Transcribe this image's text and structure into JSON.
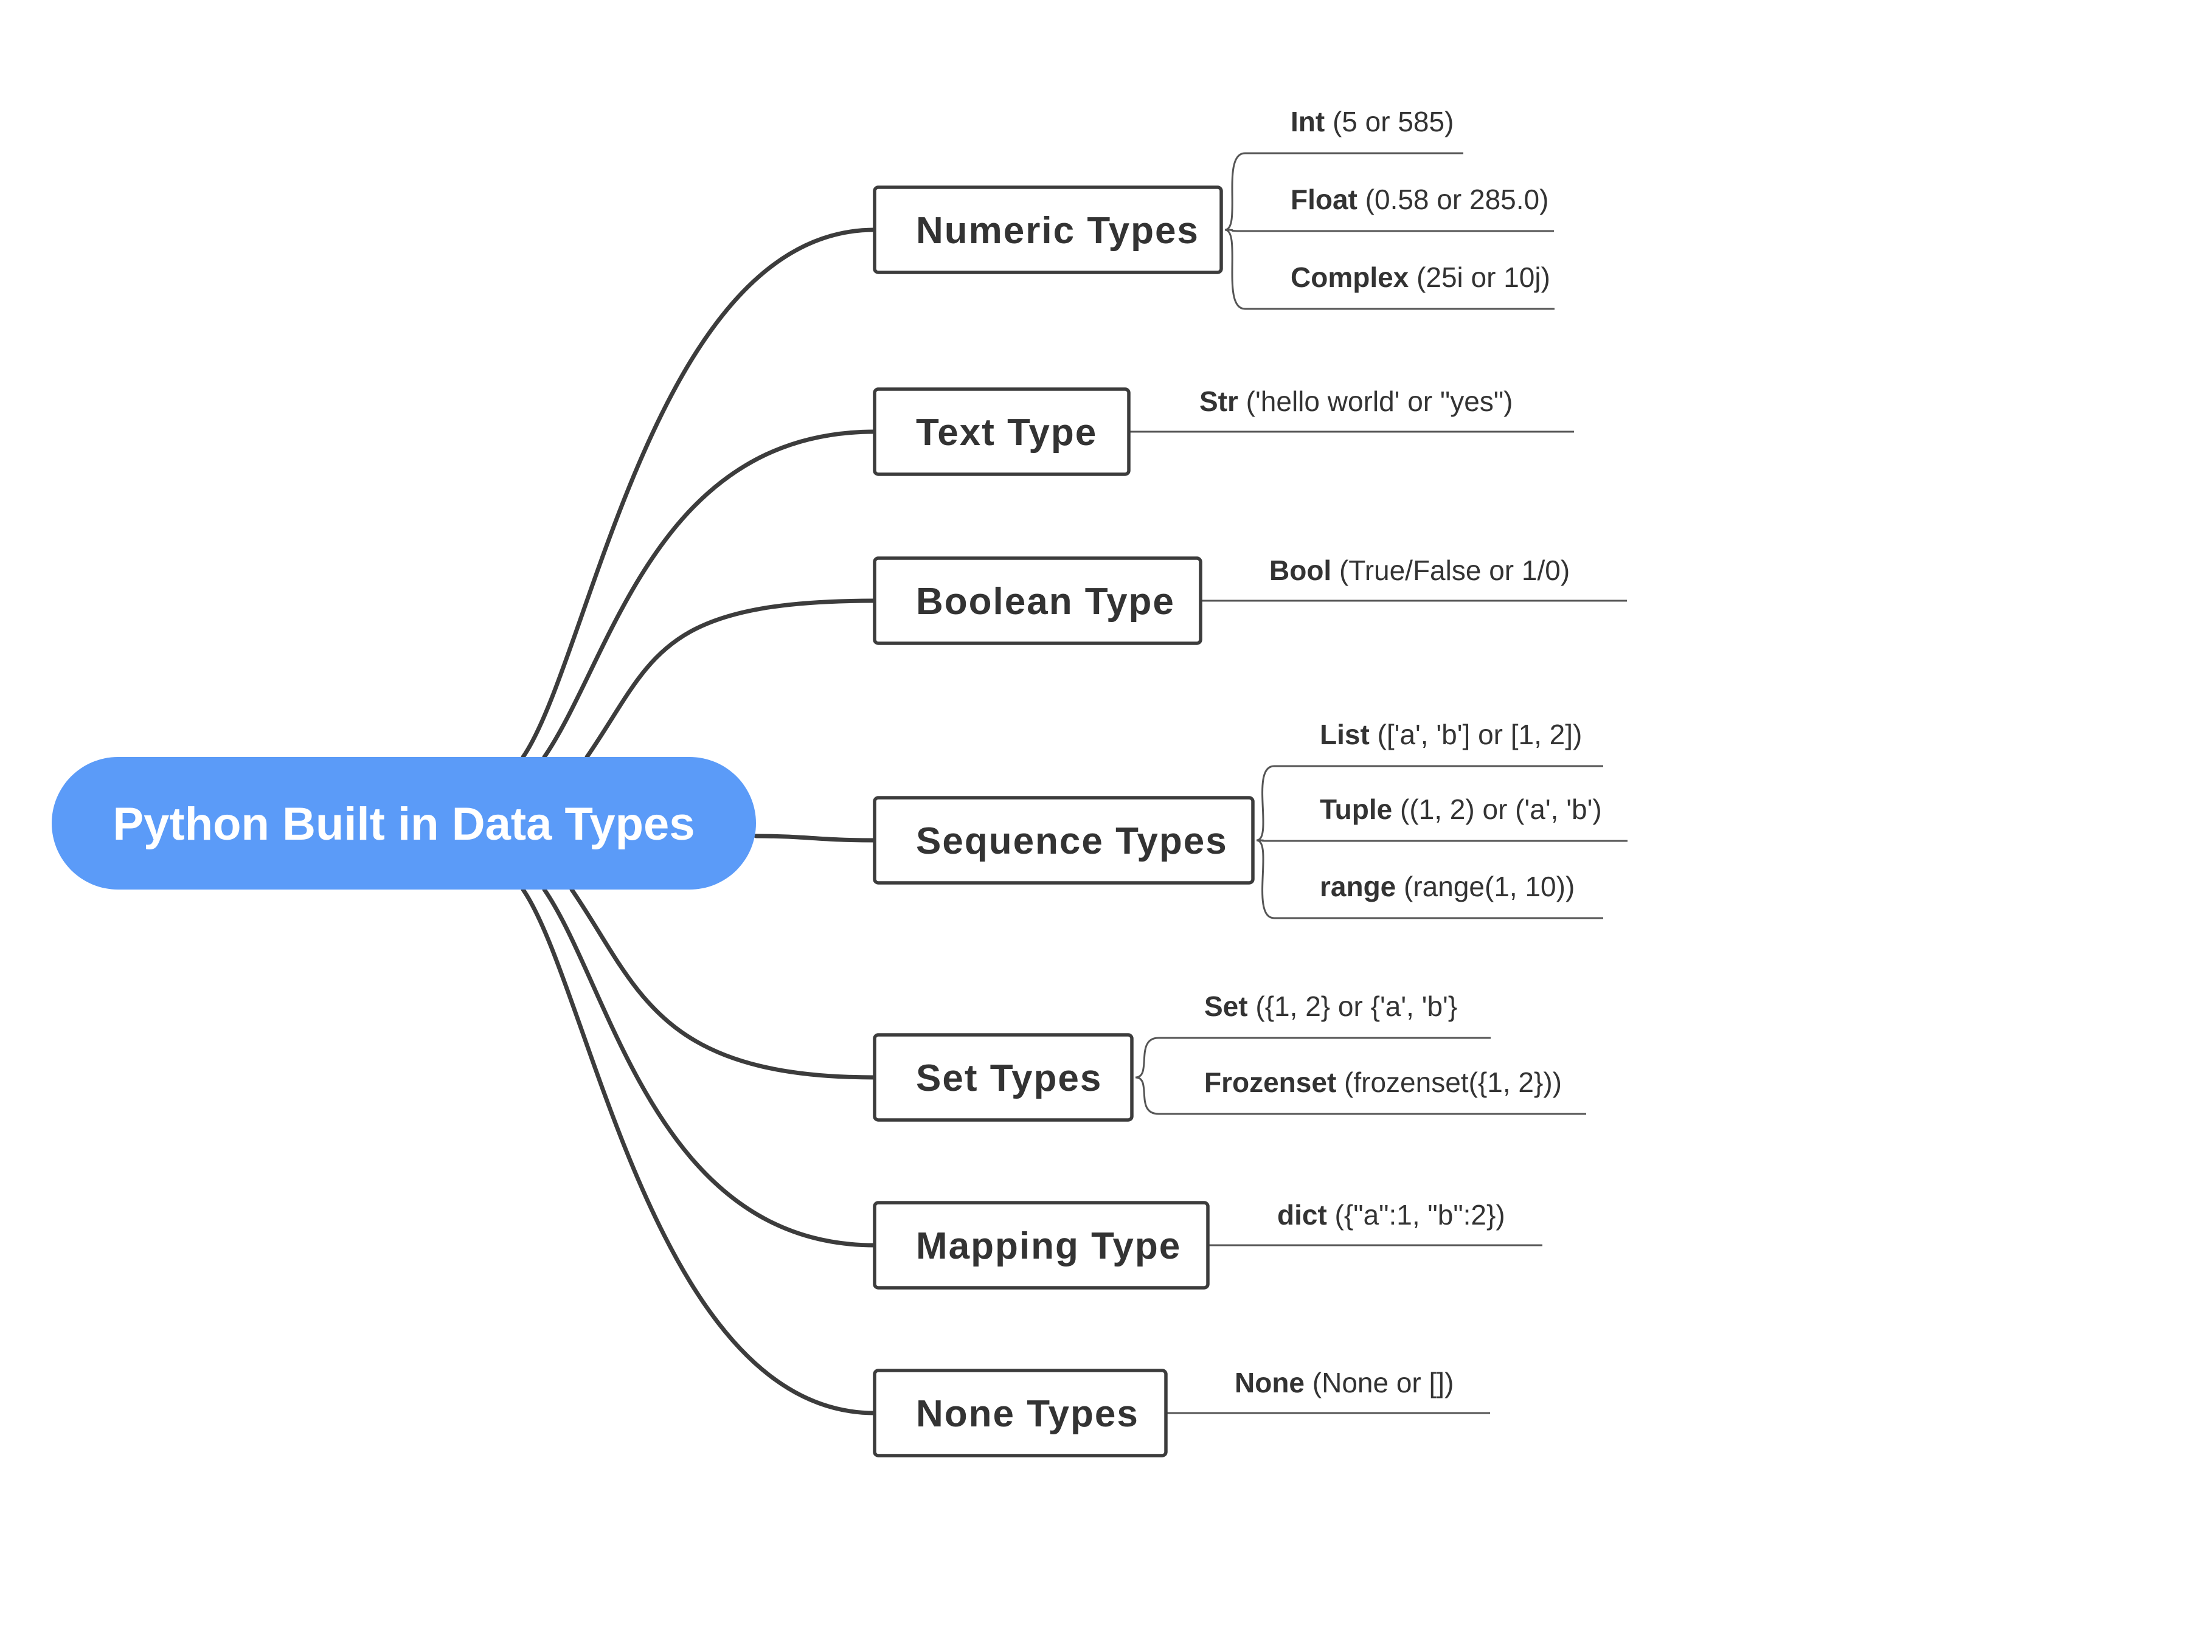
{
  "root": {
    "label": "Python Built in Data Types"
  },
  "categories": [
    {
      "key": "numeric",
      "label": "Numeric Types",
      "items": [
        {
          "name": "Int",
          "detail": " (5 or 585)"
        },
        {
          "name": "Float",
          "detail": " (0.58 or 285.0)"
        },
        {
          "name": "Complex",
          "detail": " (25i or 10j)"
        }
      ]
    },
    {
      "key": "text",
      "label": "Text Type",
      "items": [
        {
          "name": "Str",
          "detail": " ('hello world' or \"yes\")"
        }
      ]
    },
    {
      "key": "boolean",
      "label": "Boolean Type",
      "items": [
        {
          "name": "Bool",
          "detail": " (True/False or 1/0)"
        }
      ]
    },
    {
      "key": "sequence",
      "label": "Sequence Types",
      "items": [
        {
          "name": "List",
          "detail": " (['a', 'b'] or [1, 2])"
        },
        {
          "name": "Tuple",
          "detail": " ((1, 2) or ('a', 'b')"
        },
        {
          "name": "range",
          "detail": " (range(1, 10))"
        }
      ]
    },
    {
      "key": "set",
      "label": "Set Types",
      "items": [
        {
          "name": "Set",
          "detail": " ({1, 2} or {'a', 'b'}"
        },
        {
          "name": "Frozenset",
          "detail": " (frozenset({1, 2}))"
        }
      ]
    },
    {
      "key": "mapping",
      "label": "Mapping Type",
      "items": [
        {
          "name": "dict",
          "detail": " ({\"a\":1, \"b\":2})"
        }
      ]
    },
    {
      "key": "none",
      "label": "None Types",
      "items": [
        {
          "name": "None",
          "detail": " (None or [])"
        }
      ]
    }
  ],
  "colors": {
    "root_fill": "#5b9bf8",
    "root_text": "#ffffff",
    "stroke": "#3c3c3c",
    "text": "#333333"
  }
}
